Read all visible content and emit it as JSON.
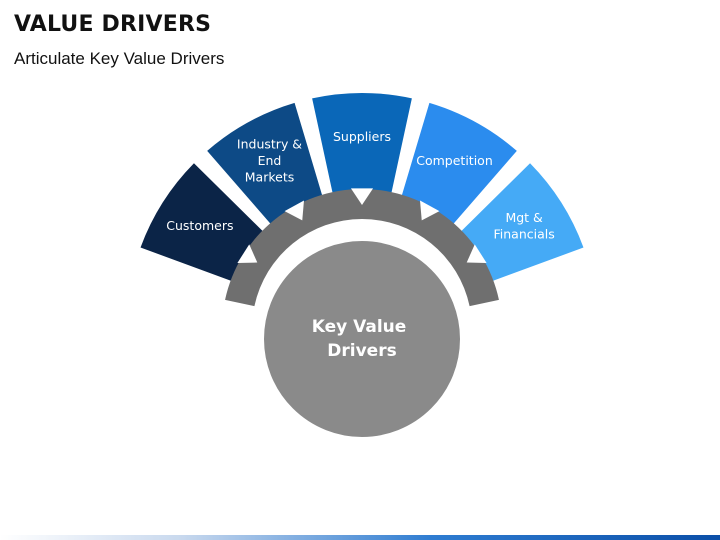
{
  "page": {
    "title": "VALUE DRIVERS",
    "subtitle": "Articulate Key Value Drivers"
  },
  "center": {
    "line1": "Key Value",
    "line2": "Drivers",
    "fill": "#8a8a8a",
    "ring_fill": "#6f6f6f"
  },
  "segments": [
    {
      "lines": [
        "Customers"
      ],
      "color": "#0b2447"
    },
    {
      "lines": [
        "Industry &",
        "End",
        "Markets"
      ],
      "color": "#0d4a86"
    },
    {
      "lines": [
        "Suppliers"
      ],
      "color": "#0a67b8"
    },
    {
      "lines": [
        "Competition"
      ],
      "color": "#2b8cee"
    },
    {
      "lines": [
        "Mgt &",
        "Financials"
      ],
      "color": "#45aaf6"
    }
  ]
}
